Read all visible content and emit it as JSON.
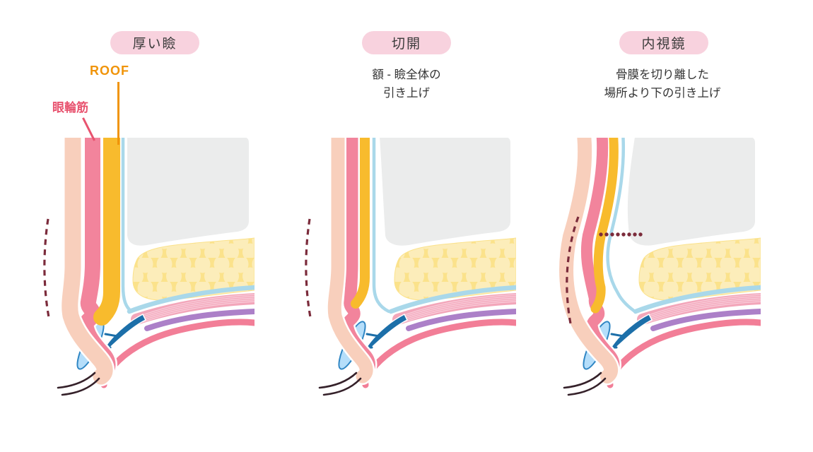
{
  "panels": [
    {
      "title": "厚い瞼",
      "variant": "thick",
      "labels": {
        "roof": "ROOF",
        "muscle": "眼輪筋"
      },
      "caption_lines": []
    },
    {
      "title": "切開",
      "variant": "lift",
      "caption_lines": [
        "額 - 瞼全体の",
        "引き上げ"
      ]
    },
    {
      "title": "内視鏡",
      "variant": "endo",
      "caption_lines": [
        "骨膜を切り離した",
        "場所より下の引き上げ"
      ]
    }
  ],
  "colors": {
    "pillBg": "#F8D2DE",
    "pillText": "#3B3B3B",
    "captionText": "#333333",
    "roofLabel": "#F0940A",
    "muscleLabel": "#E8536F",
    "skin": "#F8CFBC",
    "muscle": "#F2849C",
    "roof": "#F8BB2D",
    "septum": "#A9D8EA",
    "bone": "#EBECEC",
    "fatBase": "#FBE28B",
    "fatCell": "#FCEDBA",
    "levator": "#F3A6BA",
    "levatorStripe": "#F9CEDB",
    "purple": "#AC80C8",
    "lowBand": "#F27E97",
    "aponeurosis": "#1C6FA9",
    "tarsusFill": "#B5DEFA",
    "tarsusStroke": "#2F86C4",
    "lash": "#35212A",
    "guide": "#7B2B3B"
  }
}
